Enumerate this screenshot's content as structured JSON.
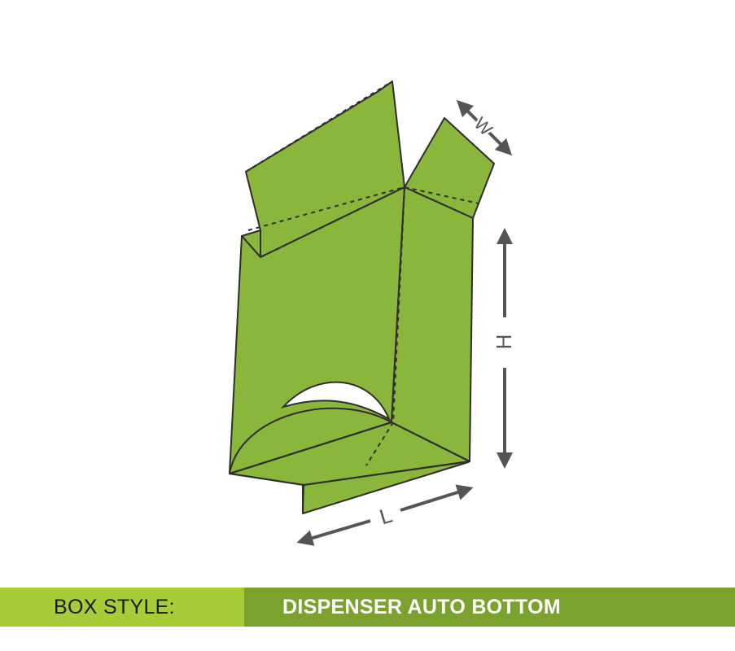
{
  "colors": {
    "box_fill": "#8bb63c",
    "outline": "#2e2e2e",
    "arrow": "#555555",
    "banner_left": "#a7cc3a",
    "banner_right": "#7ca22e"
  },
  "dimensions": {
    "width_label": "W",
    "height_label": "H",
    "length_label": "L"
  },
  "banner": {
    "label": "BOX STYLE:",
    "value": "DISPENSER AUTO BOTTOM"
  }
}
